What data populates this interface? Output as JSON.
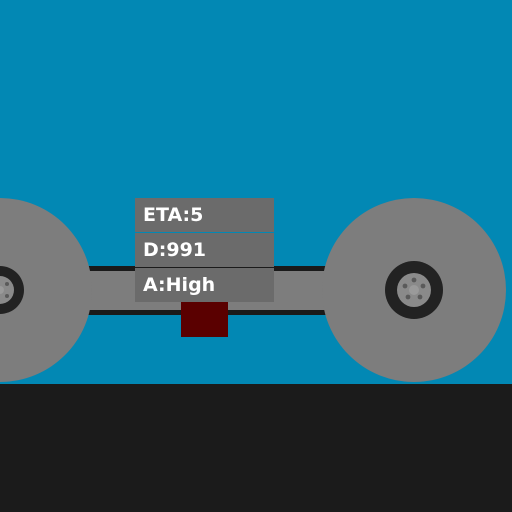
{
  "colors": {
    "sky": "#0288b4",
    "ground": "#1b1b1b",
    "body_gray": "#7d7d7d",
    "rail": "#1a1a1a",
    "hub_dark": "#222222",
    "hub_light": "#8a8a8a",
    "cargo": "#5a0000",
    "hud_bg": "#6b6b6b"
  },
  "icons": {
    "left_wheel": "wheel-icon",
    "right_wheel": "wheel-icon"
  },
  "hud": {
    "eta": "ETA:5",
    "distance": "D:991",
    "altitude": "A:High"
  }
}
